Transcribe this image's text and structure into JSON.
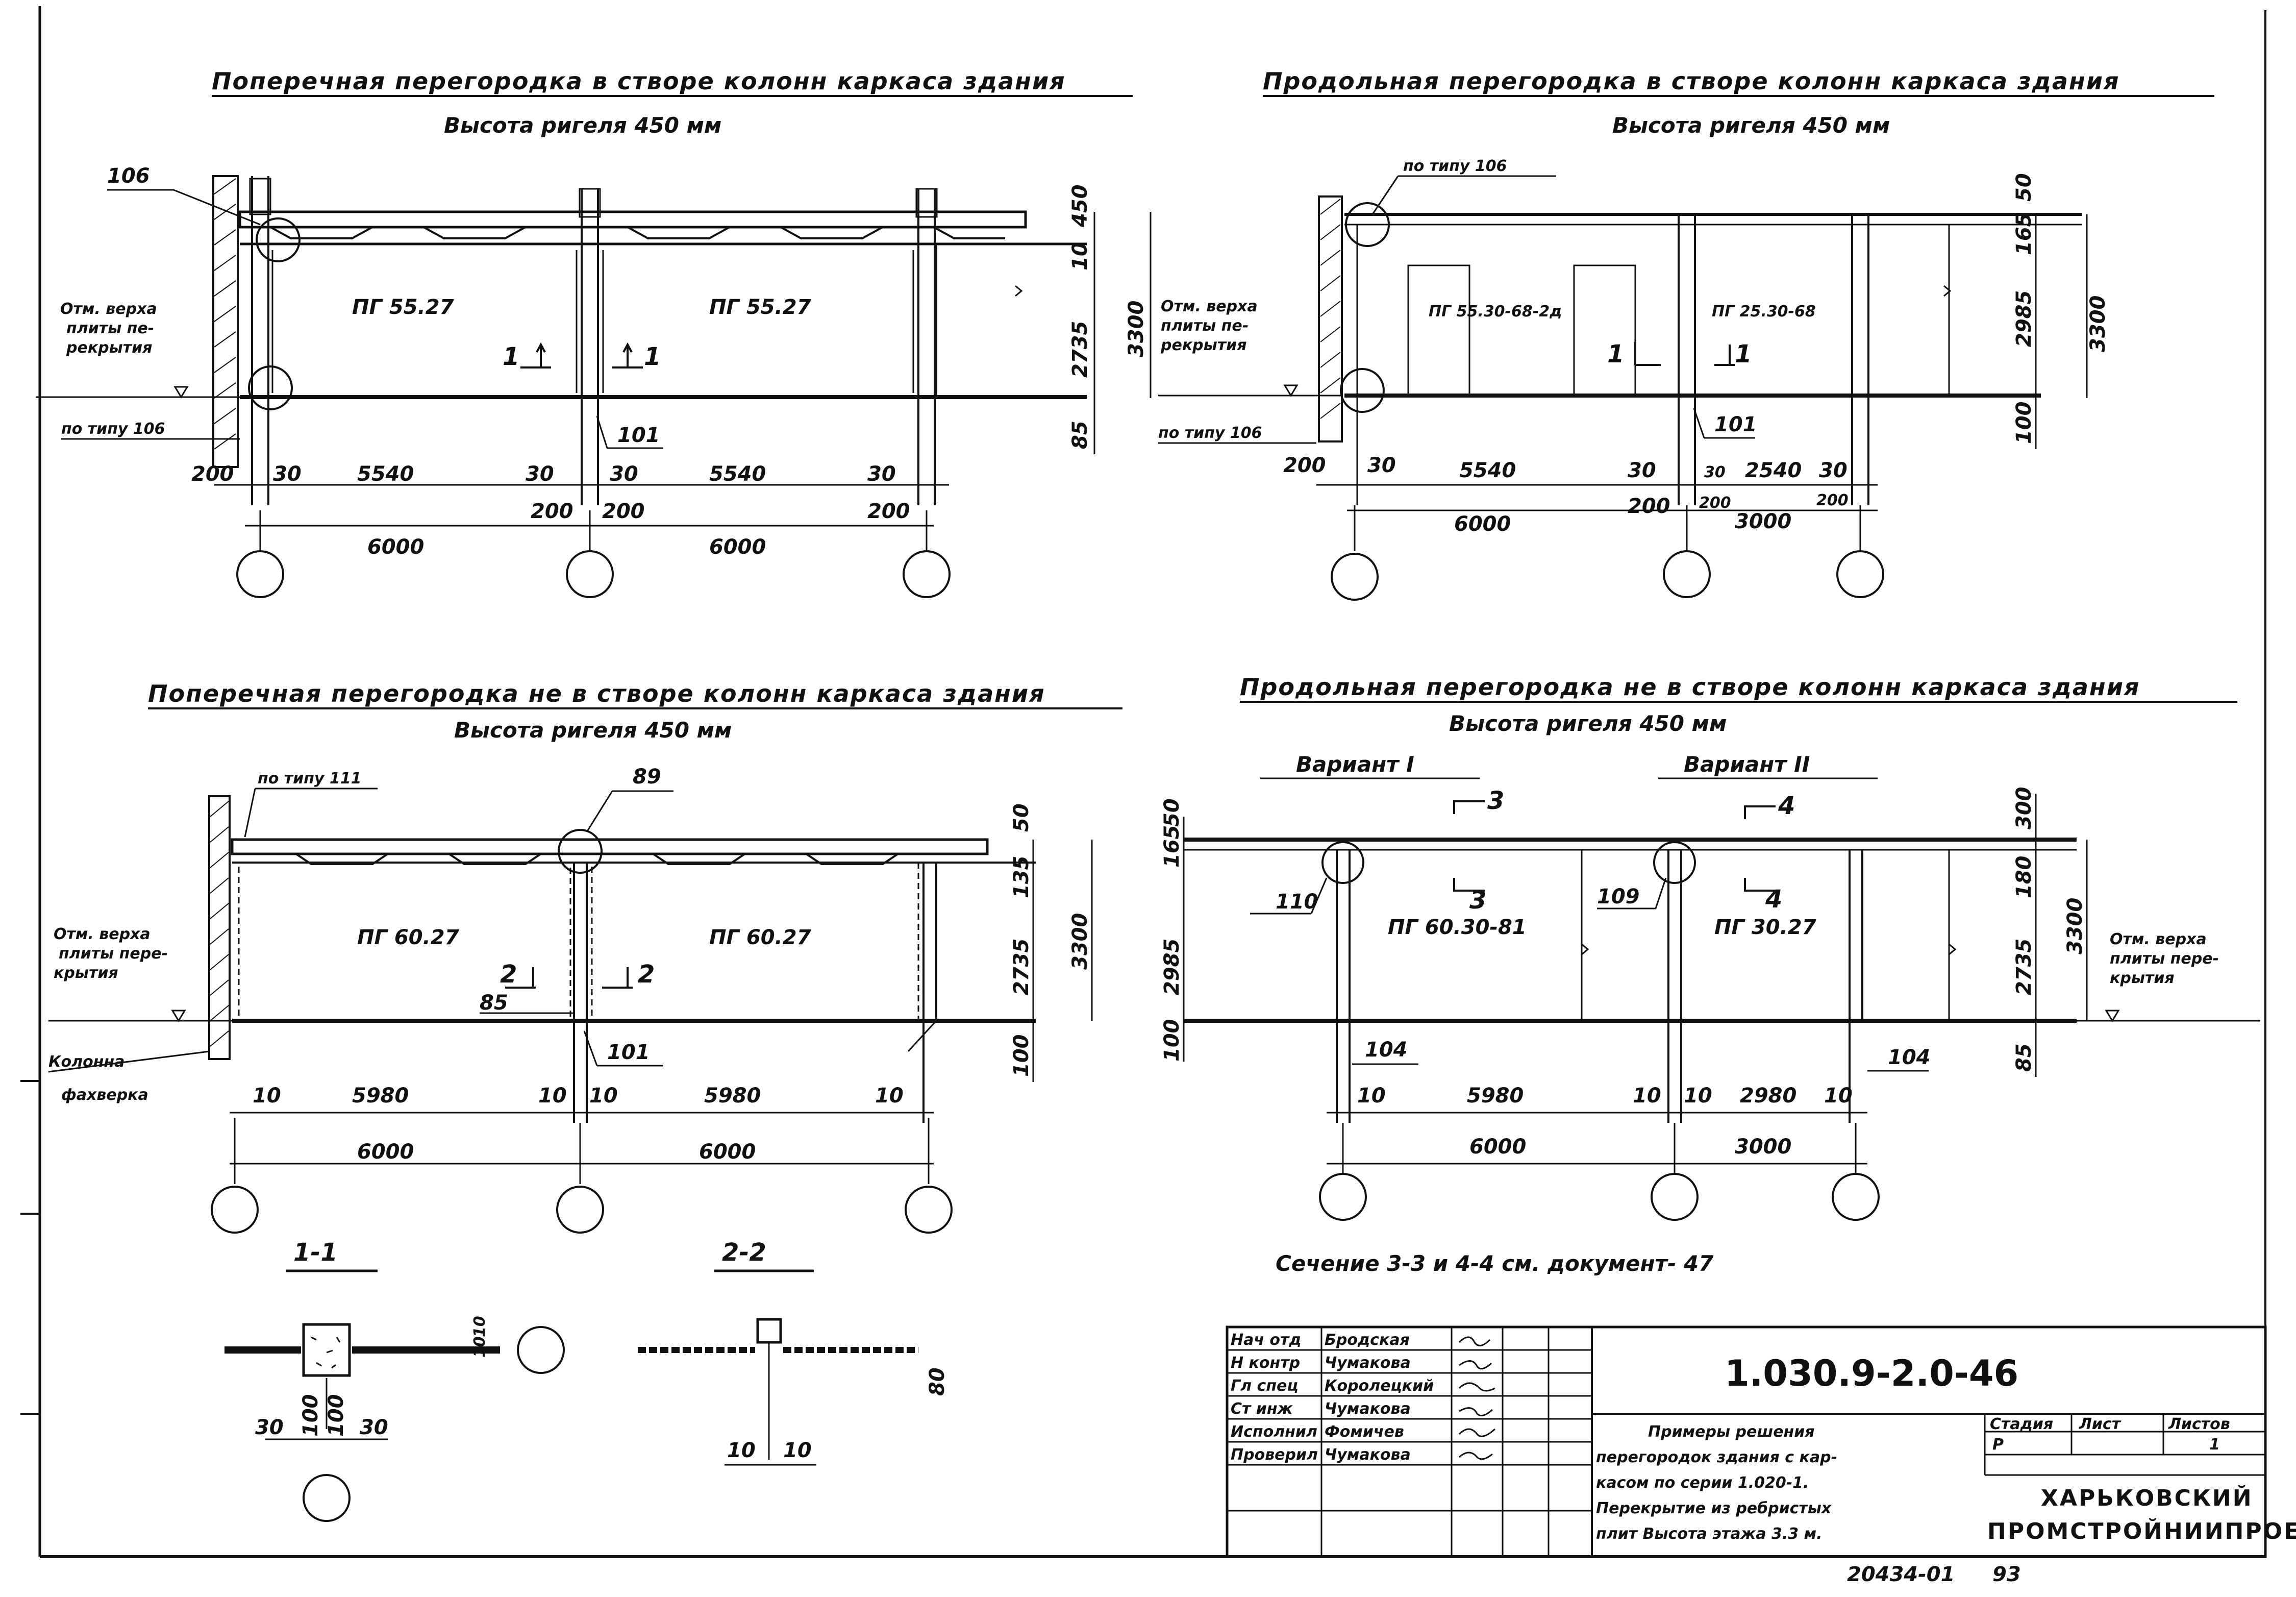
{
  "views": {
    "tl": {
      "title": "Поперечная перегородка в створе колонн каркаса здания",
      "subtitle": "Высота ригеля 450 мм",
      "leader": "106",
      "elev_label": [
        "Отм. верха",
        "плиты пе-",
        "рекрытия"
      ],
      "type_label": "по типу 106",
      "panels": [
        "ПГ 55.27",
        "ПГ 55.27"
      ],
      "section": "1",
      "node": "101",
      "dims_row1": [
        "200",
        "30",
        "5540",
        "30",
        "30",
        "5540",
        "30"
      ],
      "dims_row2": [
        "6000",
        "200",
        "200",
        "6000",
        "200"
      ],
      "vdims": [
        "450",
        "10",
        "2735",
        "85"
      ],
      "vtotal": "3300"
    },
    "tr": {
      "title": "Продольная перегородка в створе колонн каркаса здания",
      "subtitle": "Высота ригеля 450 мм",
      "type_top": "по типу 106",
      "elev_label": [
        "Отм. верха",
        "плиты пе-",
        "рекрытия"
      ],
      "type_label": "по типу 106",
      "panels": [
        "ПГ 55.30-68-2д",
        "ПГ 25.30-68"
      ],
      "section": "1",
      "node": "101",
      "dims_row1": [
        "200",
        "30",
        "5540",
        "30",
        "30",
        "2540",
        "30"
      ],
      "dims_row2": [
        "6000",
        "200",
        "200",
        "3000",
        "200"
      ],
      "vdims": [
        "50",
        "165",
        "2985",
        "100"
      ],
      "vtotal": "3300"
    },
    "bl": {
      "title": "Поперечная перегородка не в створе колонн каркаса здания",
      "subtitle": "Высота ригеля 450 мм",
      "type_top": "по типу 111",
      "leader": "89",
      "elev_label": [
        "Отм. верха",
        "плиты пере-",
        "крытия"
      ],
      "column_label": [
        "Колонна",
        "фахверка"
      ],
      "panels": [
        "ПГ 60.27",
        "ПГ 60.27"
      ],
      "section": "2",
      "offset": "85",
      "node": "101",
      "dims_row1": [
        "10",
        "5980",
        "10",
        "10",
        "5980",
        "10"
      ],
      "dims_row2": [
        "6000",
        "6000"
      ],
      "vdims": [
        "50",
        "135",
        "2735",
        "100"
      ],
      "vtotal": "3300"
    },
    "br": {
      "title": "Продольная перегородка не в створе колонн каркаса здания",
      "subtitle": "Высота ригеля 450 мм",
      "variant1": "Вариант I",
      "variant2": "Вариант II",
      "sec3": "3",
      "sec4": "4",
      "leader_a": "110",
      "leader_b": "109",
      "panels": [
        "ПГ 60.30-81",
        "ПГ 30.27"
      ],
      "elev_label": [
        "Отм. верха",
        "плиты пере-",
        "крытия"
      ],
      "node_a": "104",
      "node_b": "104",
      "dims_row1": [
        "10",
        "5980",
        "10",
        "10",
        "2980",
        "10"
      ],
      "dims_row2": [
        "6000",
        "3000"
      ],
      "vdims_left": [
        "50",
        "165",
        "2985",
        "100"
      ],
      "vdims_right": [
        "300",
        "180",
        "2735",
        "85"
      ],
      "vtotal": "3300"
    }
  },
  "sections": {
    "s11": {
      "title": "1-1",
      "dims": [
        "30",
        "100",
        "100",
        "30"
      ],
      "vdim": "10",
      "vdim2": "10"
    },
    "s22": {
      "title": "2-2",
      "dims": [
        "10",
        "10"
      ],
      "vdim": "80"
    }
  },
  "note": "Сечение 3-3 и 4-4 см. документ- 47",
  "stamp": {
    "doc_code": "1.030.9-2.0-46",
    "rows": [
      [
        "Нач отд",
        "Бродская"
      ],
      [
        "Н контр",
        "Чумакова"
      ],
      [
        "Гл спец",
        "Королецкий"
      ],
      [
        "Ст инж",
        "Чумакова"
      ],
      [
        "Исполнил",
        "Фомичев"
      ],
      [
        "Проверил",
        "Чумакова"
      ]
    ],
    "description": [
      "Примеры решения",
      "перегородок здания с кар-",
      "касом по серии 1.020-1.",
      "Перекрытие из ребристых",
      "плит Высота этажа 3.3 м."
    ],
    "col_stage": "Стадия",
    "col_sheet": "Лист",
    "col_sheets": "Листов",
    "stage": "Р",
    "sheet": "",
    "sheets": "1",
    "organization": [
      "ХАРЬКОВСКИЙ",
      "ПРОМСТРОЙНИИПРОЕКТ"
    ]
  },
  "footer": {
    "archive": "20434-01",
    "page": "93"
  }
}
